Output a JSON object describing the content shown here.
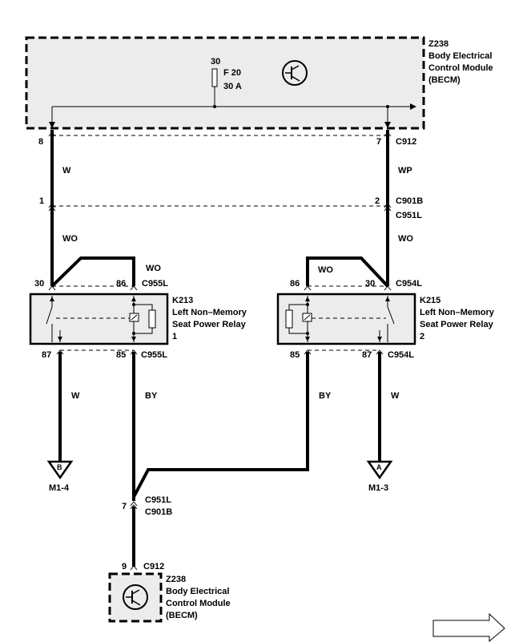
{
  "becm_top": {
    "id": "Z238",
    "name_line1": "Body Electrical",
    "name_line2": "Control Module",
    "name_line3": "(BECM)",
    "fuse_pin": "30",
    "fuse_name": "F 20",
    "fuse_rating": "30 A",
    "connector": "C912",
    "pin_left": "8",
    "pin_right": "7",
    "icon": "transistor-icon"
  },
  "wires": {
    "left_upper": "W",
    "right_upper": "WP",
    "left_mid": "WO",
    "right_mid": "WO",
    "k213_bridge": "WO",
    "k215_bridge": "WO",
    "k213_87": "W",
    "k213_85": "BY",
    "k215_85": "BY",
    "k215_87": "W"
  },
  "inline_connector_1": {
    "pin_left": "1",
    "pin_right": "2",
    "name_a": "C901B",
    "name_b": "C951L"
  },
  "relay_k213": {
    "id": "K213",
    "name_line1": "Left Non–Memory",
    "name_line2": "Seat Power Relay",
    "name_line3": "1",
    "pin_30": "30",
    "pin_86": "86",
    "pin_87": "87",
    "pin_85": "85",
    "conn_top": "C955L",
    "conn_bottom": "C955L"
  },
  "relay_k215": {
    "id": "K215",
    "name_line1": "Left Non–Memory",
    "name_line2": "Seat Power Relay",
    "name_line3": "2",
    "pin_86": "86",
    "pin_30": "30",
    "pin_85": "85",
    "pin_87": "87",
    "conn_top": "C954L",
    "conn_bottom": "C954L"
  },
  "grounds": {
    "left_letter": "B",
    "left_label": "M1-4",
    "right_letter": "A",
    "right_label": "M1-3"
  },
  "splice": {
    "pin": "7",
    "name_a": "C951L",
    "name_b": "C901B"
  },
  "becm_bottom": {
    "pin": "9",
    "connector": "C912",
    "id": "Z238",
    "name_line1": "Body Electrical",
    "name_line2": "Control Module",
    "name_line3": "(BECM)",
    "icon": "transistor-icon"
  },
  "nav": {
    "next_icon": "arrow-right-icon"
  }
}
